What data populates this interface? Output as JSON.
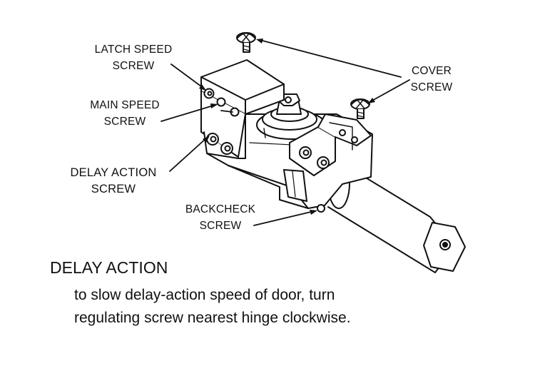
{
  "labels": {
    "latch_speed": [
      "LATCH SPEED",
      "SCREW"
    ],
    "main_speed": [
      "MAIN SPEED",
      "SCREW"
    ],
    "delay_action": [
      "DELAY ACTION",
      "SCREW"
    ],
    "cover": [
      "COVER",
      "SCREW"
    ],
    "backcheck": [
      "BACKCHECK",
      "SCREW"
    ]
  },
  "caption": {
    "title": "DELAY ACTION",
    "lines": [
      "to slow delay-action speed of door, turn",
      "regulating screw nearest hinge clockwise."
    ]
  },
  "colors": {
    "line": "#111111",
    "background": "#ffffff"
  }
}
